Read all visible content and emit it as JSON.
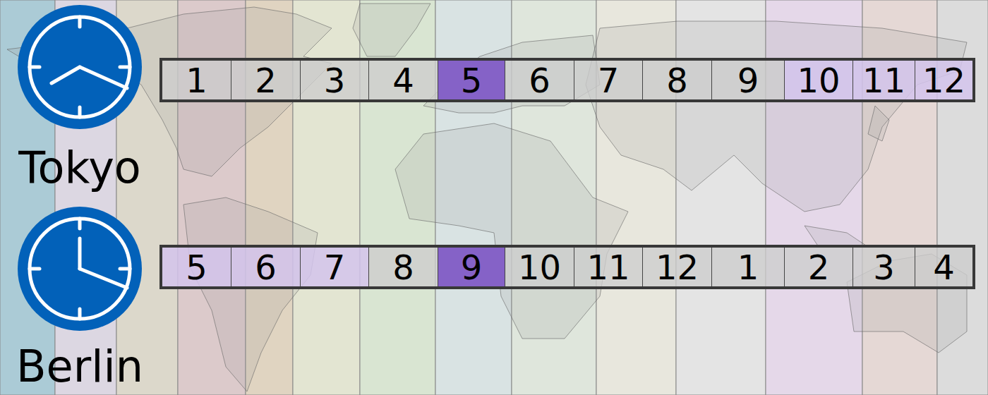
{
  "diagram": {
    "nodes": [
      {
        "text": [
          "1"
        ]
      },
      {
        "text": [
          "2"
        ]
      },
      {
        "text": [
          "3"
        ]
      },
      {
        "text": [
          "4"
        ]
      },
      {
        "text": [
          "5"
        ]
      },
      {
        "text": [
          "6"
        ]
      },
      {
        "text": [
          "7"
        ]
      },
      {
        "text": [
          "8"
        ]
      },
      {
        "text": [
          "9"
        ]
      },
      {
        "text": [
          "10"
        ]
      },
      {
        "text": [
          "11"
        ]
      },
      {
        "text": [
          "12"
        ]
      },
      {
        "text": [
          "5"
        ]
      },
      {
        "text": [
          "6"
        ]
      },
      {
        "text": [
          "7"
        ]
      },
      {
        "text": [
          "8"
        ]
      },
      {
        "text": [
          "9"
        ]
      },
      {
        "text": [
          "10"
        ]
      },
      {
        "text": [
          "11"
        ]
      },
      {
        "text": [
          "12"
        ]
      },
      {
        "text": [
          "1"
        ]
      },
      {
        "text": [
          "2"
        ]
      },
      {
        "text": [
          "3"
        ]
      },
      {
        "text": [
          "4"
        ]
      }
    ],
    "labels": [
      "Tokyo",
      "Berlin"
    ]
  }
}
